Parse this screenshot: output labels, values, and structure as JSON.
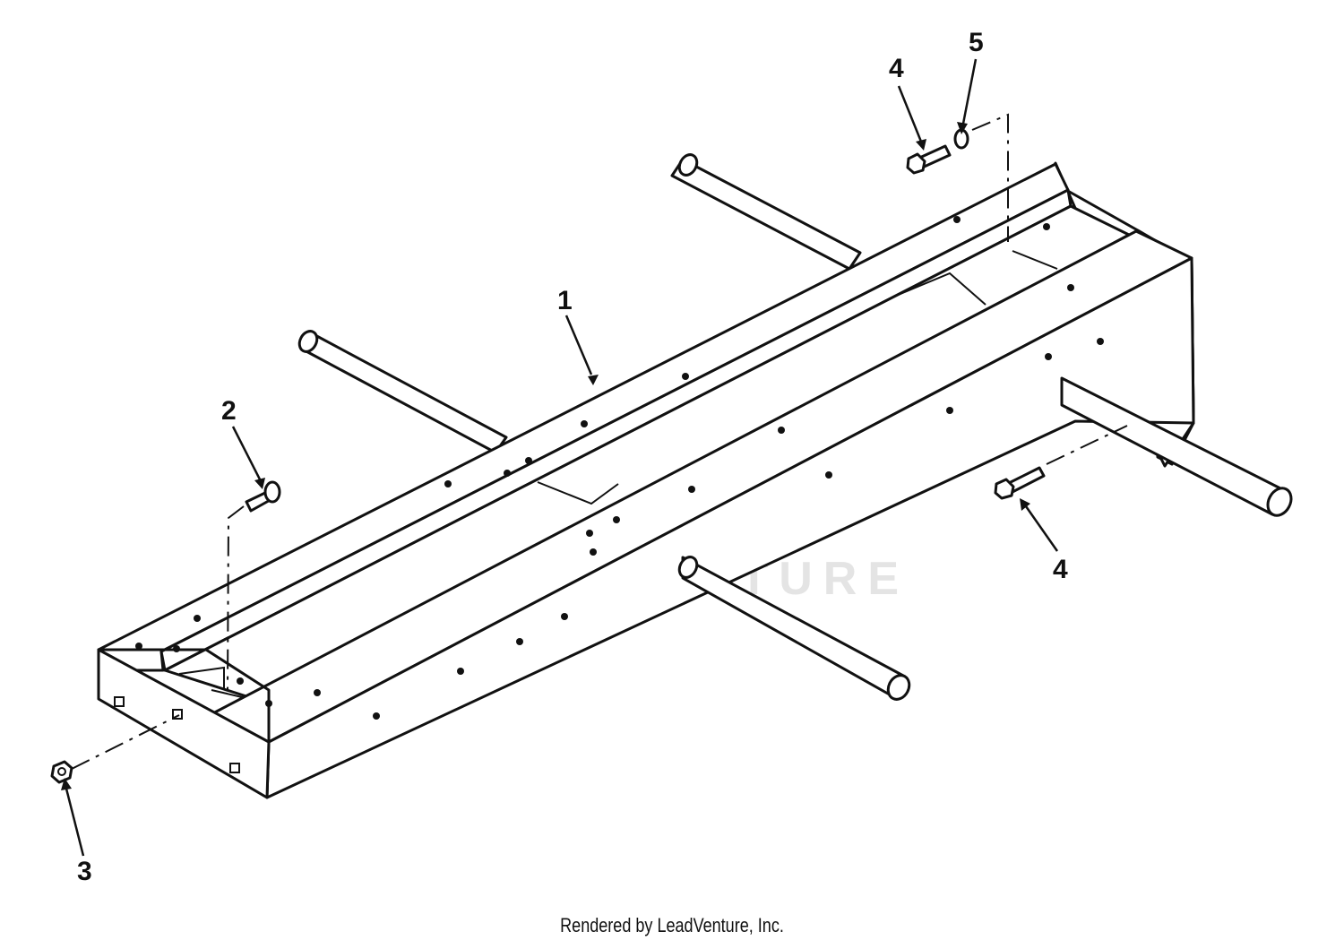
{
  "watermark": {
    "text": "LEADVENTURE"
  },
  "callouts": [
    {
      "id": "c1",
      "label": "1"
    },
    {
      "id": "c2",
      "label": "2"
    },
    {
      "id": "c3",
      "label": "3"
    },
    {
      "id": "c4a",
      "label": "4"
    },
    {
      "id": "c4b",
      "label": "4"
    },
    {
      "id": "c5",
      "label": "5"
    }
  ],
  "footer": {
    "text": "Rendered by LeadVenture, Inc."
  }
}
